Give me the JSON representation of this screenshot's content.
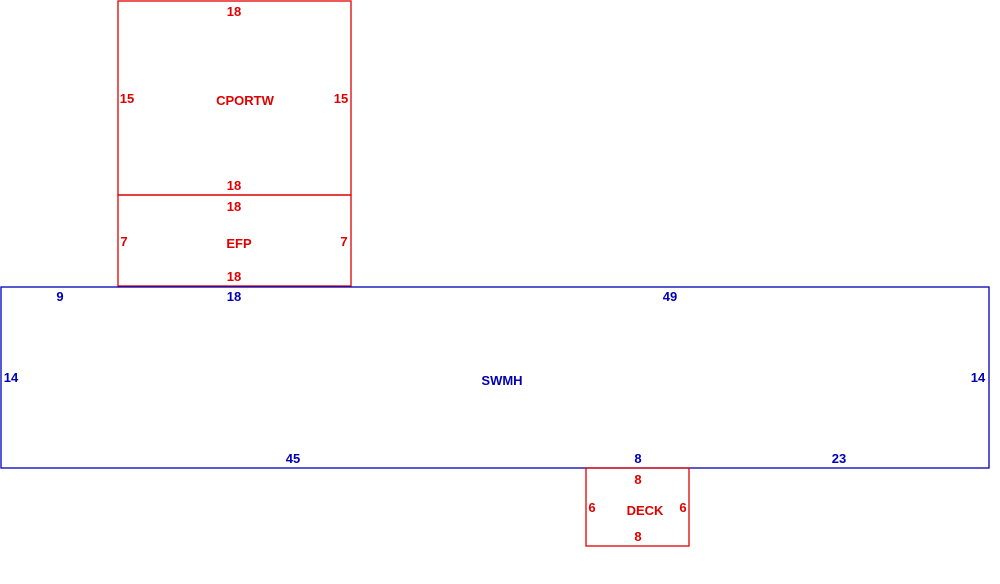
{
  "colors": {
    "main_area": "#0000b4",
    "additions": "#e00000",
    "background": "#ffffff"
  },
  "areas": {
    "cportw": {
      "name": "CPORTW",
      "top": "18",
      "left": "15",
      "right": "15",
      "bottom": "18"
    },
    "efp": {
      "name": "EFP",
      "top": "18",
      "left": "7",
      "right": "7",
      "bottom": "18"
    },
    "swmh": {
      "name": "SWMH",
      "top_left": "9",
      "top_mid": "18",
      "top_right": "49",
      "left": "14",
      "right": "14",
      "bottom_left": "45",
      "bottom_mid": "8",
      "bottom_right": "23"
    },
    "deck": {
      "name": "DECK",
      "top": "8",
      "left": "6",
      "right": "6",
      "bottom": "8"
    }
  }
}
